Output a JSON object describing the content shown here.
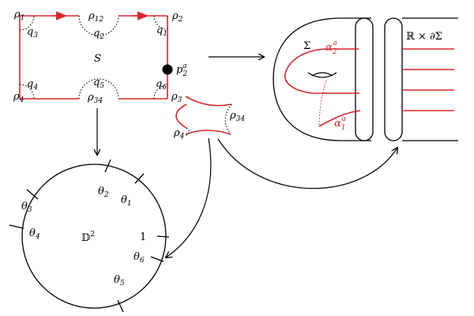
{
  "colors": {
    "red": "#d9262b",
    "black": "#000000"
  },
  "rectangle": {
    "center_label": "S",
    "corners": {
      "top_left": {
        "rho": "ρ",
        "rho_sub": "1",
        "q": "q",
        "q_sub": "3"
      },
      "top_mid": {
        "rho": "ρ",
        "rho_sub": "12",
        "q": "q",
        "q_sub": "2"
      },
      "top_right": {
        "rho": "ρ",
        "rho_sub": "2",
        "q": "q",
        "q_sub": "1"
      },
      "bottom_left": {
        "rho": "ρ",
        "rho_sub": "4",
        "q": "q",
        "q_sub": "4"
      },
      "bottom_mid": {
        "rho": "ρ",
        "rho_sub": "34",
        "q": "q",
        "q_sub": "5"
      },
      "bottom_right": {
        "rho": "ρ",
        "rho_sub": "3",
        "q": "q",
        "q_sub": "6"
      }
    },
    "puncture": {
      "p": "p",
      "p_sub": "2",
      "p_sup": "a"
    }
  },
  "piece": {
    "rho34": {
      "text": "ρ",
      "sub": "34"
    },
    "rho4": {
      "text": "ρ",
      "sub": "4"
    }
  },
  "surface": {
    "sigma": "Σ",
    "alpha2": {
      "text": "α",
      "sub": "2",
      "sup": "a"
    },
    "alpha1": {
      "text": "α",
      "sub": "1",
      "sup": "a"
    },
    "boundary_label": "ℝ × ∂Σ"
  },
  "disk": {
    "label": "𝔻",
    "label_sup": "2",
    "thetas": [
      {
        "text": "θ",
        "sub": "1"
      },
      {
        "text": "θ",
        "sub": "2"
      },
      {
        "text": "θ",
        "sub": "3"
      },
      {
        "text": "θ",
        "sub": "4"
      },
      {
        "text": "θ",
        "sub": "5"
      },
      {
        "text": "θ",
        "sub": "6"
      }
    ],
    "one_label": "1"
  }
}
